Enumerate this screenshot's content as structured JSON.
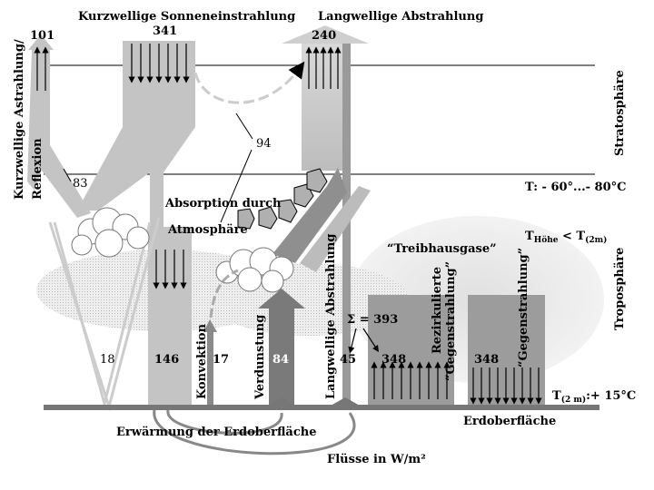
{
  "titles": {
    "shortwave_in": "Kurzwellige Sonneneinstrahlung",
    "longwave_out": "Langwellige Abstrahlung"
  },
  "layers": {
    "stratosphere": "Stratosphäre",
    "troposphere": "Troposphäre",
    "tropopause_temp": "T: - 60°...- 80°C",
    "t_height_main": "T",
    "t_height_sub": "Höhe",
    "t_height_rest": " < T",
    "t_height_sub2": "(2m)",
    "surface_temp_main": "T",
    "surface_temp_sub": "(2 m)",
    "surface_temp_rest": ":+ 15°C"
  },
  "labels": {
    "sw_reflection_1": "Kurzwellige Astrahlung/",
    "sw_reflection_2": "Reflexion",
    "absorption_1": "Absorption durch",
    "absorption_2": "Atmosphäre",
    "greenhouse": "“Treibhausgase”",
    "convection": "Konvektion",
    "evaporation": "Verdunstung",
    "lw_radiation": "Langwellige Abstrahlung",
    "recirculated": "Rezirkulierte",
    "counter_1": "“Gegenstrahlung”",
    "counter_2": "“Gegenstrahlung”",
    "sum": "Σ = 393",
    "surface_warming": "Erwärmung der Erdoberfläche",
    "surface": "Erdoberfläche",
    "units": "Flüsse in W/m²"
  },
  "values": {
    "reflected": "101",
    "incoming": "341",
    "outgoing": "240",
    "absorbed_atmo": "94",
    "cloud_reflect": "83",
    "surface_reflect": "18",
    "surface_absorbed": "146",
    "convection": "17",
    "evaporation": "84",
    "window": "45",
    "lw_up": "348",
    "counter": "348"
  },
  "colors": {
    "beam": "#c4c4c4",
    "beam_dark": "#8a8a8a",
    "ground": "#777777",
    "box": "#9c9c9c",
    "haze": "#e2e2e2"
  }
}
